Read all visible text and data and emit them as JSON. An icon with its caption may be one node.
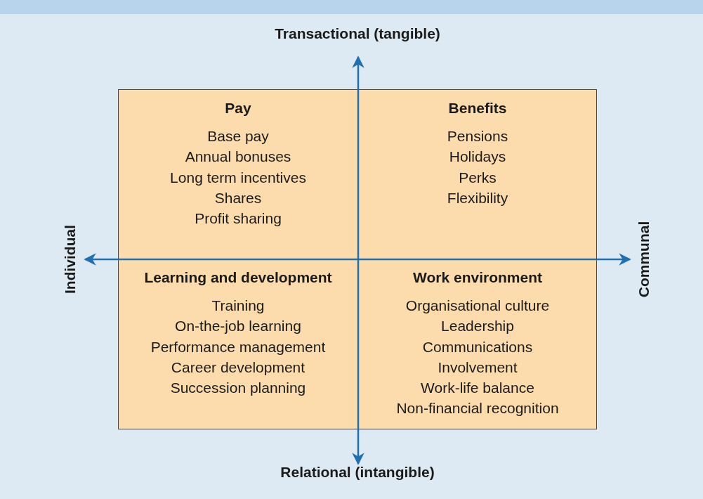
{
  "diagram": {
    "nodes": [
      {
        "text": [
          "Pay",
          "Base pay",
          "Annual bonuses",
          "Long term incentives",
          "Shares",
          "Profit sharing"
        ]
      },
      {
        "text": [
          "Benefits",
          "Pensions",
          "Holidays",
          "Perks",
          "Flexibility"
        ]
      },
      {
        "text": [
          "Learning and development",
          "Training",
          "On-the-job learning",
          "Performance management",
          "Career development",
          "Succession planning"
        ]
      },
      {
        "text": [
          "Work environment",
          "Organisational culture",
          "Leadership",
          "Communications",
          "Involvement",
          "Work-life balance",
          "Non-financial recognition"
        ]
      }
    ],
    "edges": [],
    "labels": [
      "Transactional (tangible)",
      "Individual",
      "Communal",
      "Relational (intangible)"
    ]
  }
}
